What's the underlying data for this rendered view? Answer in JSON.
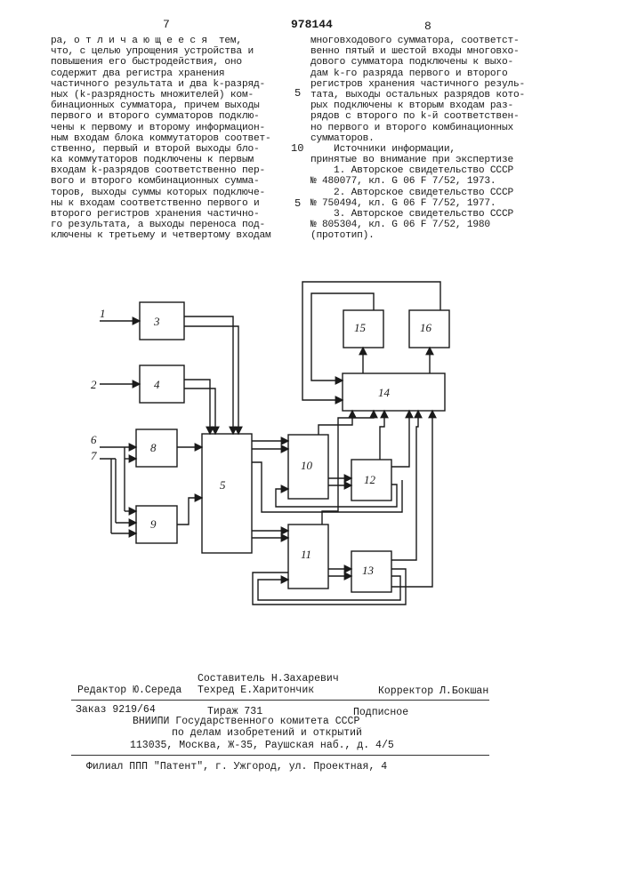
{
  "header": {
    "page_left": "7",
    "patent_number": "978144",
    "page_right": "8"
  },
  "left_column": [
    "ра, о т л и ч а ю щ е е с я  тем,",
    "что, с целью упрощения устройства и",
    "повышения его быстродействия, оно",
    "содержит два регистра хранения",
    "частичного результата и два k-разряд-",
    "ных (k-разрядность множителей) ком-",
    "бинационных сумматора, причем выходы",
    "первого и второго сумматоров подклю-",
    "чены к первому и второму информацион-",
    "ным входам блока коммутаторов соответ-",
    "ственно, первый и второй выходы бло-",
    "ка коммутаторов подключены к первым",
    "входам k-разрядов соответственно пер-",
    "вого и второго комбинационных сумма-",
    "торов, выходы суммы которых подключе-",
    "ны к входам соответственно первого и",
    "второго регистров хранения частично-",
    "го результата, а выходы переноса под-",
    "ключены к третьему и четвертому входам"
  ],
  "right_column": [
    "многовходового сумматора, соответст-",
    "венно пятый и шестой входы многовхо-",
    "дового сумматора подключены к выхо-",
    "дам k-го разряда первого и второго",
    "регистров хранения частичного резуль-",
    "тата, выходы остальных разрядов кото-",
    "рых подключены к вторым входам раз-",
    "рядов с второго по k-й соответствен-",
    "но первого и второго комбинационных",
    "сумматоров.",
    "    Источники информации,",
    "принятые во внимание при экспертизе",
    "    1. Авторское свидетельство СССР",
    "№ 480077, кл. G 06 F 7/52, 1973.",
    "    2. Авторское свидетельство СССР",
    "№ 750494, кл. G 06 F 7/52, 1977.",
    "    3. Авторское свидетельство СССР",
    "№ 805304, кл. G 06 F 7/52, 1980",
    "(прототип)."
  ],
  "line_numbers": [
    "5",
    "10",
    "5"
  ],
  "diagram": {
    "blocks": [
      "3",
      "4",
      "5",
      "8",
      "9",
      "10",
      "11",
      "12",
      "13",
      "14",
      "15",
      "16"
    ],
    "inputs": [
      "1",
      "2",
      "6",
      "7"
    ]
  },
  "footer": {
    "compiler": "Составитель Н.Захаревич",
    "editor": "Редактор Ю.Середа",
    "techred": "Техред Е.Харитончик",
    "corrector": "Корректор  Л.Бокшан",
    "order": "Заказ 9219/64",
    "circulation": "Тираж 731",
    "subscription": "Подписное",
    "org1": "ВНИИПИ Государственного комитета СССР",
    "org2": "по делам изобретений и открытий",
    "address": "113035, Москва, Ж-35, Раушская наб., д. 4/5",
    "branch": "Филиал ППП \"Патент\", г. Ужгород, ул. Проектная, 4"
  }
}
